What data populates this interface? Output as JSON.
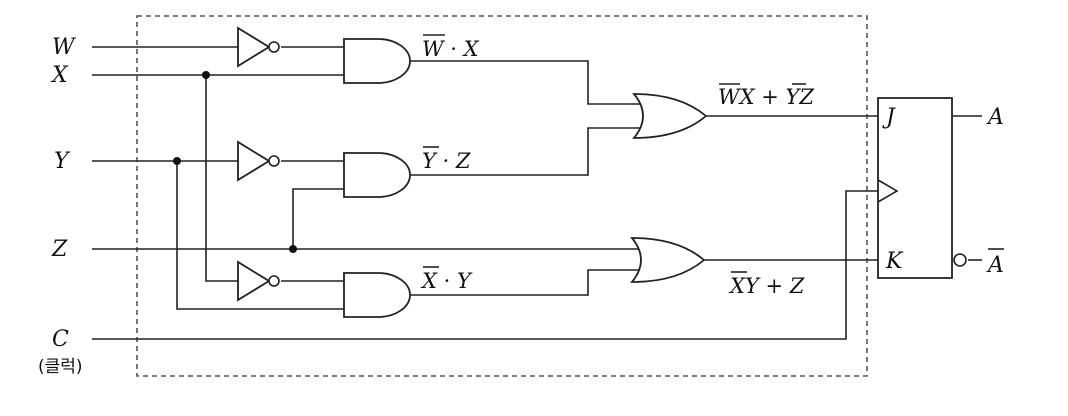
{
  "inputs": {
    "w": "W",
    "x": "X",
    "y": "Y",
    "z": "Z",
    "c": "C"
  },
  "clock_note": "(클럭)",
  "expressions": {
    "and1": {
      "bar": "W",
      "rest": " · X"
    },
    "and2": {
      "bar": "Y",
      "rest": " · Z"
    },
    "and3": {
      "bar": "X",
      "rest": " · Y"
    },
    "j_func": {
      "bar1": "W",
      "mid": "X + ",
      "bar2": "Y",
      "end": "Z"
    },
    "k_func": {
      "bar": "X",
      "rest": "Y + Z"
    }
  },
  "flipflop": {
    "j": "J",
    "k": "K",
    "out_a": "A",
    "out_abar": "A"
  }
}
